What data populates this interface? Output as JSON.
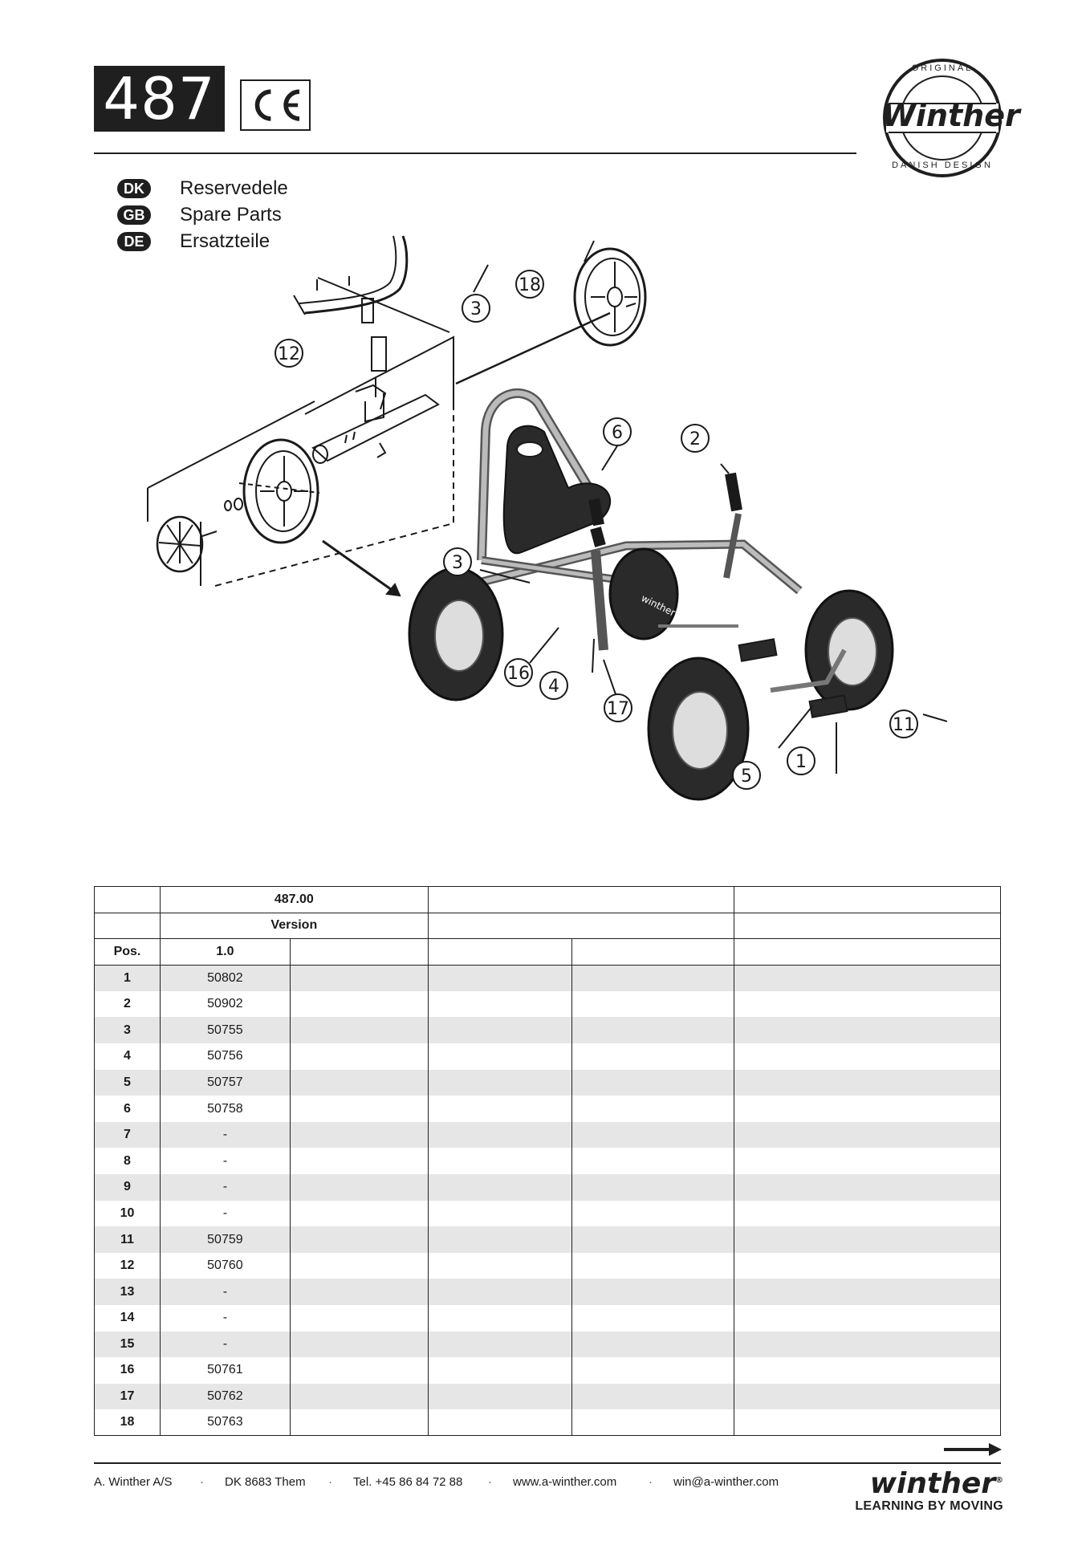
{
  "header": {
    "model_number": "487",
    "ce_mark": "CE"
  },
  "logo": {
    "ring_top": "ORIGINAL",
    "name": "Winther",
    "ring_bottom": "DANISH DESIGN"
  },
  "languages": [
    {
      "code": "DK",
      "label": "Reservedele"
    },
    {
      "code": "GB",
      "label": "Spare Parts"
    },
    {
      "code": "DE",
      "label": "Ersatzteile"
    }
  ],
  "diagram": {
    "callouts": [
      "18",
      "3",
      "12",
      "6",
      "2",
      "3",
      "16",
      "4",
      "17",
      "11",
      "5",
      "1"
    ],
    "frame_text": "winther"
  },
  "table": {
    "model_header": "487.00",
    "version_header": "Version",
    "pos_header": "Pos.",
    "version_value": "1.0",
    "rows": [
      {
        "pos": "1",
        "part": "50802"
      },
      {
        "pos": "2",
        "part": "50902"
      },
      {
        "pos": "3",
        "part": "50755"
      },
      {
        "pos": "4",
        "part": "50756"
      },
      {
        "pos": "5",
        "part": "50757"
      },
      {
        "pos": "6",
        "part": "50758"
      },
      {
        "pos": "7",
        "part": "-"
      },
      {
        "pos": "8",
        "part": "-"
      },
      {
        "pos": "9",
        "part": "-"
      },
      {
        "pos": "10",
        "part": "-"
      },
      {
        "pos": "11",
        "part": "50759"
      },
      {
        "pos": "12",
        "part": "50760"
      },
      {
        "pos": "13",
        "part": "-"
      },
      {
        "pos": "14",
        "part": "-"
      },
      {
        "pos": "15",
        "part": "-"
      },
      {
        "pos": "16",
        "part": "50761"
      },
      {
        "pos": "17",
        "part": "50762"
      },
      {
        "pos": "18",
        "part": "50763"
      }
    ]
  },
  "footer": {
    "company": "A. Winther A/S",
    "address": "DK 8683 Them",
    "phone": "Tel. +45 86 84 72 88",
    "website": "www.a-winther.com",
    "email": "win@a-winther.com",
    "separator": "·",
    "brand_name": "winther",
    "brand_tagline": "LEARNING BY MOVING",
    "registered_mark": "®"
  }
}
